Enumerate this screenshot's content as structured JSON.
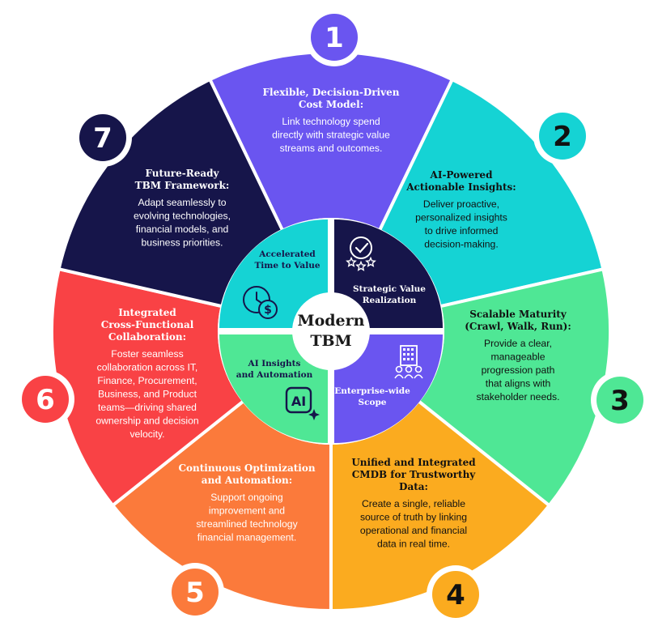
{
  "center": {
    "line1": "Modern",
    "line2": "TBM"
  },
  "colors": {
    "navy": "#16154a",
    "purple": "#6a55f0",
    "teal": "#15d3d4",
    "green": "#4fe795",
    "orange": "#fbab1f",
    "coral": "#fb7a3b",
    "red": "#f94245",
    "white": "#ffffff",
    "dark": "#111111"
  },
  "segments": [
    {
      "number": "1",
      "color": "#6a55f0",
      "text_color": "#ffffff",
      "num_color": "#ffffff",
      "title": [
        "Flexible, Decision-Driven",
        "Cost Model:"
      ],
      "body": [
        "Link technology spend",
        "directly with strategic value",
        "streams and outcomes."
      ]
    },
    {
      "number": "2",
      "color": "#15d3d4",
      "text_color": "#111111",
      "num_color": "#111111",
      "title": [
        "AI-Powered",
        "Actionable Insights:"
      ],
      "body": [
        "Deliver proactive,",
        "personalized insights",
        "to drive informed",
        "decision-making."
      ]
    },
    {
      "number": "3",
      "color": "#4fe795",
      "text_color": "#111111",
      "num_color": "#111111",
      "title": [
        "Scalable Maturity",
        "(Crawl, Walk, Run):"
      ],
      "body": [
        "Provide a clear,",
        "manageable",
        "progression path",
        "that aligns with",
        "stakeholder needs."
      ]
    },
    {
      "number": "4",
      "color": "#fbab1f",
      "text_color": "#111111",
      "num_color": "#111111",
      "title": [
        "Unified and Integrated",
        "CMDB for Trustworthy",
        "Data:"
      ],
      "body": [
        "Create a single, reliable",
        "source of truth by linking",
        "operational and financial",
        "data in real time."
      ]
    },
    {
      "number": "5",
      "color": "#fb7a3b",
      "text_color": "#ffffff",
      "num_color": "#ffffff",
      "title": [
        "Continuous Optimization",
        "and Automation:"
      ],
      "body": [
        "Support ongoing",
        "improvement and",
        "streamlined technology",
        "financial management."
      ]
    },
    {
      "number": "6",
      "color": "#f94245",
      "text_color": "#ffffff",
      "num_color": "#ffffff",
      "title": [
        "Integrated",
        "Cross-Functional",
        "Collaboration:"
      ],
      "body": [
        "Foster seamless",
        "collaboration across IT,",
        "Finance, Procurement,",
        "Business, and Product",
        "teams—driving shared",
        "ownership and decision",
        "velocity."
      ]
    },
    {
      "number": "7",
      "color": "#16154a",
      "text_color": "#ffffff",
      "num_color": "#ffffff",
      "title": [
        "Future-Ready",
        "TBM Framework:"
      ],
      "body": [
        "Adapt seamlessly to",
        "evolving technologies,",
        "financial models, and",
        "business priorities."
      ]
    }
  ],
  "quadrants": [
    {
      "label": [
        "Accelerated",
        "Time to Value"
      ],
      "color": "#15d3d4",
      "text_color": "#16154a",
      "icon": "clock-dollar-icon"
    },
    {
      "label": [
        "Strategic Value",
        "Realization"
      ],
      "color": "#16154a",
      "text_color": "#ffffff",
      "icon": "check-badge-stars-icon"
    },
    {
      "label": [
        "Enterprise-wide",
        "Scope"
      ],
      "color": "#6a55f0",
      "text_color": "#ffffff",
      "icon": "building-people-icon"
    },
    {
      "label": [
        "AI Insights",
        "and Automation"
      ],
      "color": "#4fe795",
      "text_color": "#16154a",
      "icon": "ai-chip-icon"
    }
  ]
}
